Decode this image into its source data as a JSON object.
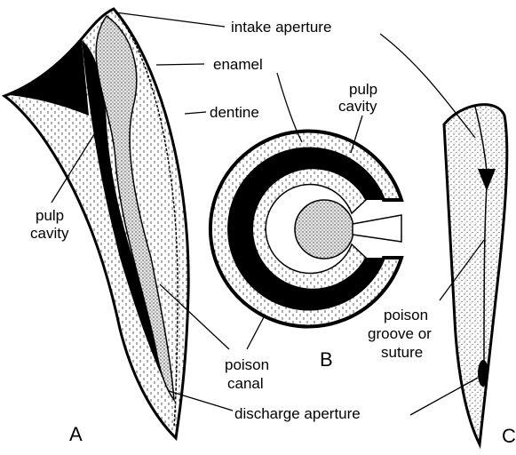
{
  "labels": {
    "intake_aperture": "intake aperture",
    "enamel": "enamel",
    "dentine": "dentine",
    "pulp_cavity_b_line1": "pulp",
    "pulp_cavity_b_line2": "cavity",
    "pulp_cavity_a_line1": "pulp",
    "pulp_cavity_a_line2": "cavity",
    "poison_canal_line1": "poison",
    "poison_canal_line2": "canal",
    "poison_groove_line1": "poison",
    "poison_groove_line2": "groove or",
    "poison_groove_line3": "suture",
    "discharge_aperture": "discharge aperture"
  },
  "figure_letters": {
    "a": "A",
    "b": "B",
    "c": "C"
  },
  "colors": {
    "ink": "#000000",
    "paper": "#ffffff",
    "stipple": "#555555"
  }
}
